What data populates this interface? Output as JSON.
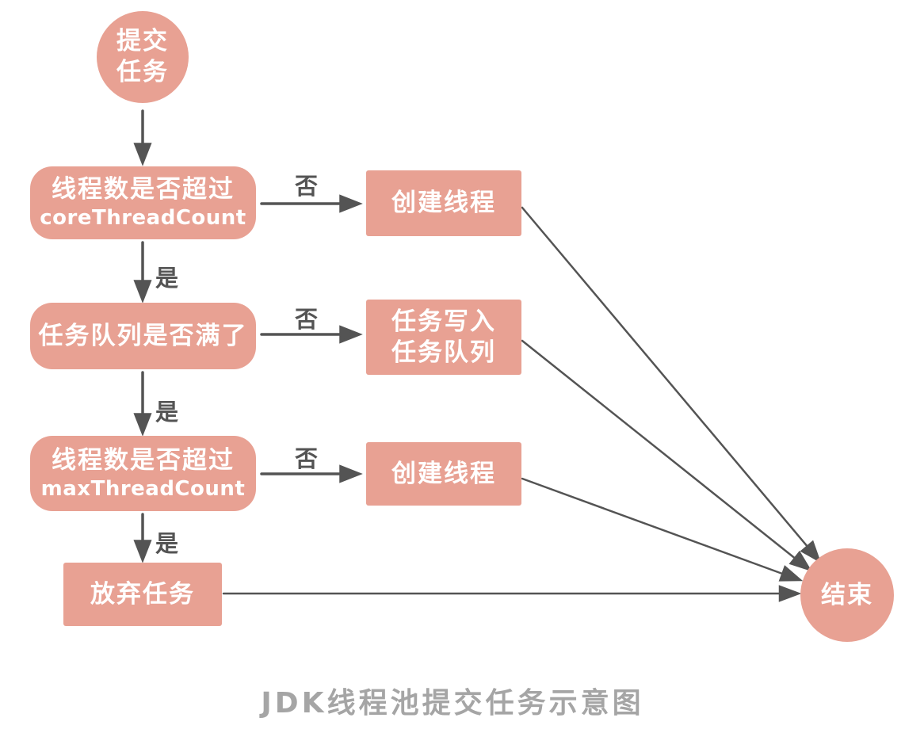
{
  "title": "JDK线程池提交任务示意图",
  "labels": {
    "yes": "是",
    "no": "否"
  },
  "nodes": {
    "start": {
      "line1": "提交",
      "line2": "任务"
    },
    "decision1": {
      "line1": "线程数是否超过",
      "line2": "coreThreadCount"
    },
    "action1": {
      "label": "创建线程"
    },
    "decision2": {
      "label": "任务队列是否满了"
    },
    "action2": {
      "line1": "任务写入",
      "line2": "任务队列"
    },
    "decision3": {
      "line1": "线程数是否超过",
      "line2": "maxThreadCount"
    },
    "action3": {
      "label": "创建线程"
    },
    "discard": {
      "label": "放弃任务"
    },
    "end": {
      "label": "结束"
    }
  },
  "colors": {
    "node_fill": "#e8a193",
    "node_text": "#ffffff",
    "edge": "#545454",
    "caption": "#a5a5a5"
  }
}
